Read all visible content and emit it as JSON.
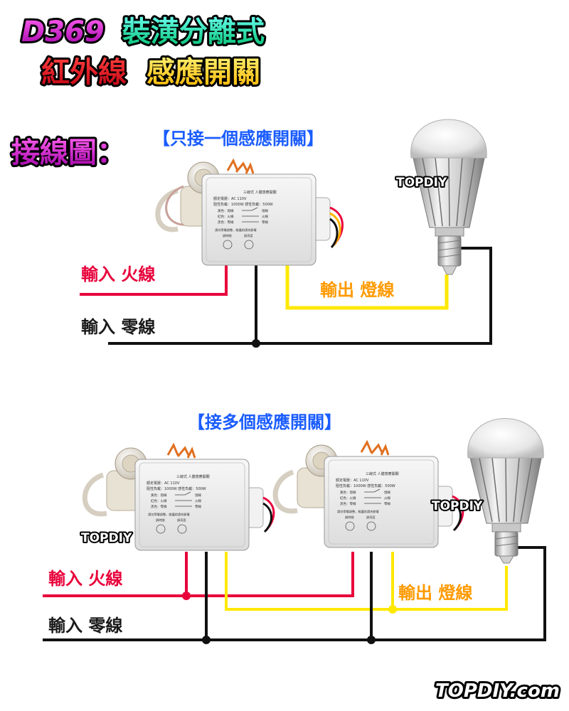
{
  "header": {
    "model": "D369",
    "title_line1": "裝潢分離式",
    "title_line2_red": "紅外線",
    "title_line2_yellow": "感應開關"
  },
  "section_label": "接線圖：",
  "diagram1": {
    "heading": "【只接一個感應開關】",
    "input_live": "輸入 火線",
    "input_neutral": "輸入 零線",
    "output_lamp": "輸出 燈線",
    "bulb_brand": "TOPDIY"
  },
  "diagram2": {
    "heading": "【接多個感應開關】",
    "input_live": "輸入 火線",
    "input_neutral": "輸入 零線",
    "output_lamp": "輸出 燈線",
    "sensor_brand": "TOPDIY",
    "bulb_brand": "TOPDIY"
  },
  "device_label": {
    "title": "三線式 人體感應開關",
    "voltage": "額定電壓：AC 110V",
    "load": "阻性負載：1000W  感性負載：500W",
    "wire1": "黃色：燈線",
    "wire2": "紅色：火線",
    "wire3": "黑色：零線",
    "wire1_tag": "燈線",
    "wire2_tag": "火線",
    "wire3_tag": "零線",
    "note": "請勿帶電調整，維護前請先斷電",
    "knob1": "調時間",
    "knob2": "調亮度"
  },
  "footer": {
    "brand": "TOPDIY.com"
  },
  "colors": {
    "live": "#e8003a",
    "neutral": "#1a1a1a",
    "lamp": "#ffe800",
    "heading_blue": "#1a5cff",
    "label_orange": "#ff9a00",
    "title_green": "#00e0b0",
    "title_magenta": "#e020c8"
  }
}
